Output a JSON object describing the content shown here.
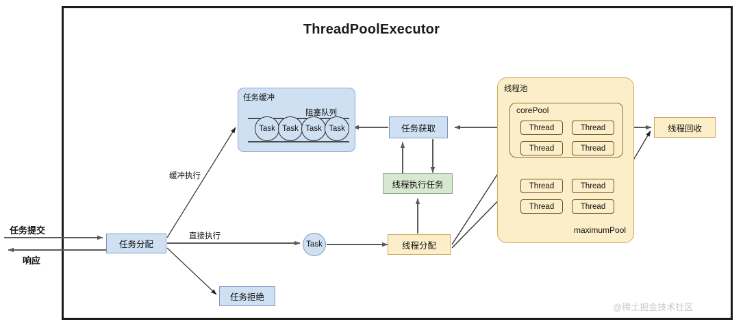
{
  "diagram": {
    "title": "ThreadPoolExecutor",
    "watermark": "@稀土掘金技术社区",
    "colors": {
      "blue_fill": "#cfe0f3",
      "blue_stroke": "#7a97c4",
      "green_fill": "#d7e8d1",
      "green_stroke": "#8aab80",
      "yellow_fill": "#fbeec8",
      "yellow_stroke": "#c6a95a",
      "frame_stroke": "#1a1a1a",
      "arrow_stroke": "#595959"
    }
  },
  "io": {
    "submit_label": "任务提交",
    "response_label": "响应"
  },
  "nodes": {
    "task_dispatch": "任务分配",
    "task_reject": "任务拒绝",
    "task_buffer": "任务缓冲",
    "blocking_queue": "阻塞队列",
    "task_fetch": "任务获取",
    "thread_execute": "线程执行任务",
    "thread_allocate": "线程分配",
    "thread_recycle": "线程回收",
    "task_single": "Task",
    "thread_pool": "线程池",
    "core_pool": "corePool",
    "maximum_pool": "maximumPool"
  },
  "queue": {
    "tasks": [
      "Task",
      "Task",
      "Task",
      "Task"
    ]
  },
  "core_pool_threads": [
    "Thread",
    "Thread",
    "Thread",
    "Thread"
  ],
  "maximum_pool_threads": [
    "Thread",
    "Thread",
    "Thread",
    "Thread"
  ],
  "edges": {
    "buffer_execute": "缓冲执行",
    "direct_execute": "直接执行"
  }
}
